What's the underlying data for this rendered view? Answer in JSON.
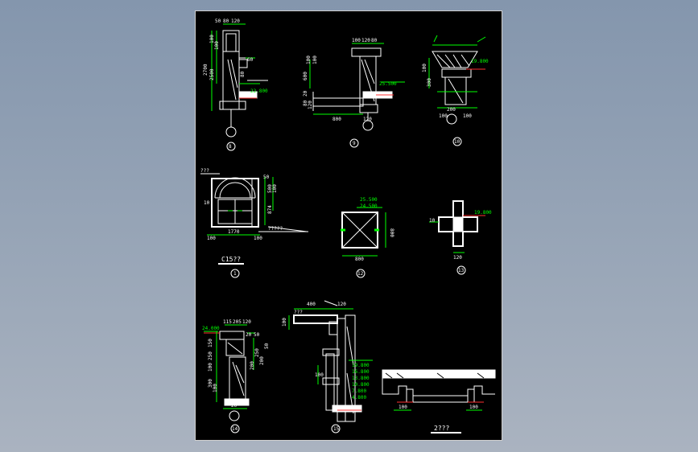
{
  "drawing": {
    "colors": {
      "background": "#000000",
      "lines": "#ffffff",
      "dims": "#00ff00",
      "elevation": "#00ff00",
      "cut": "#ff3030",
      "sheet_border": "#d0d0d0"
    },
    "detail_8": {
      "label": "8",
      "dims_top": [
        "50",
        "80",
        "120"
      ],
      "dims_left": [
        "2700",
        "2500",
        "100",
        "100"
      ],
      "dims_right": [
        "60",
        "80"
      ],
      "elevation": "22.800"
    },
    "detail_9": {
      "label": "9",
      "dims_top": [
        "100",
        "120",
        "80"
      ],
      "dims_left": [
        "100",
        "600",
        "100",
        "80",
        "120",
        "20"
      ],
      "dims_bottom": [
        "800",
        "120"
      ],
      "elevation": "25.500"
    },
    "detail_10": {
      "label": "10",
      "dims_left": [
        "100",
        "300"
      ],
      "dims_bottom": [
        "100",
        "200",
        "100"
      ],
      "elevation": "19.800"
    },
    "detail_11": {
      "label": "1",
      "caption": "C15??",
      "dims_bottom": [
        "100",
        "1770",
        "100"
      ],
      "dims_right": [
        "100",
        "500",
        "874",
        "50"
      ],
      "dims_left": [
        "10"
      ],
      "notes": [
        "???",
        "?????"
      ]
    },
    "detail_12": {
      "label": "12",
      "dims_bottom": [
        "800"
      ],
      "dims_right": [
        "800"
      ],
      "elevations": [
        "25.500",
        "24.500"
      ]
    },
    "detail_13": {
      "label": "13",
      "dims_left": [
        "10"
      ],
      "dims_bottom": [
        "120"
      ],
      "elevation": "19.800"
    },
    "detail_14": {
      "label": "14",
      "dims_top": [
        "115",
        "205",
        "120"
      ],
      "dims_left": [
        "250",
        "150",
        "100",
        "300",
        "100",
        "200",
        "20"
      ],
      "dims_right": [
        "20",
        "50",
        "250",
        "200",
        "50"
      ],
      "elevation": "24.000"
    },
    "detail_15": {
      "label": "15",
      "dims_top": [
        "400",
        "120"
      ],
      "dims_left": [
        "100",
        "100"
      ],
      "notes": [
        "???"
      ],
      "elevations": [
        "19.800",
        "16.800",
        "13.800",
        "10.800",
        "7.800",
        "4.800"
      ]
    },
    "detail_16": {
      "caption": "2???",
      "dims_bottom": [
        "100",
        "100"
      ]
    }
  }
}
